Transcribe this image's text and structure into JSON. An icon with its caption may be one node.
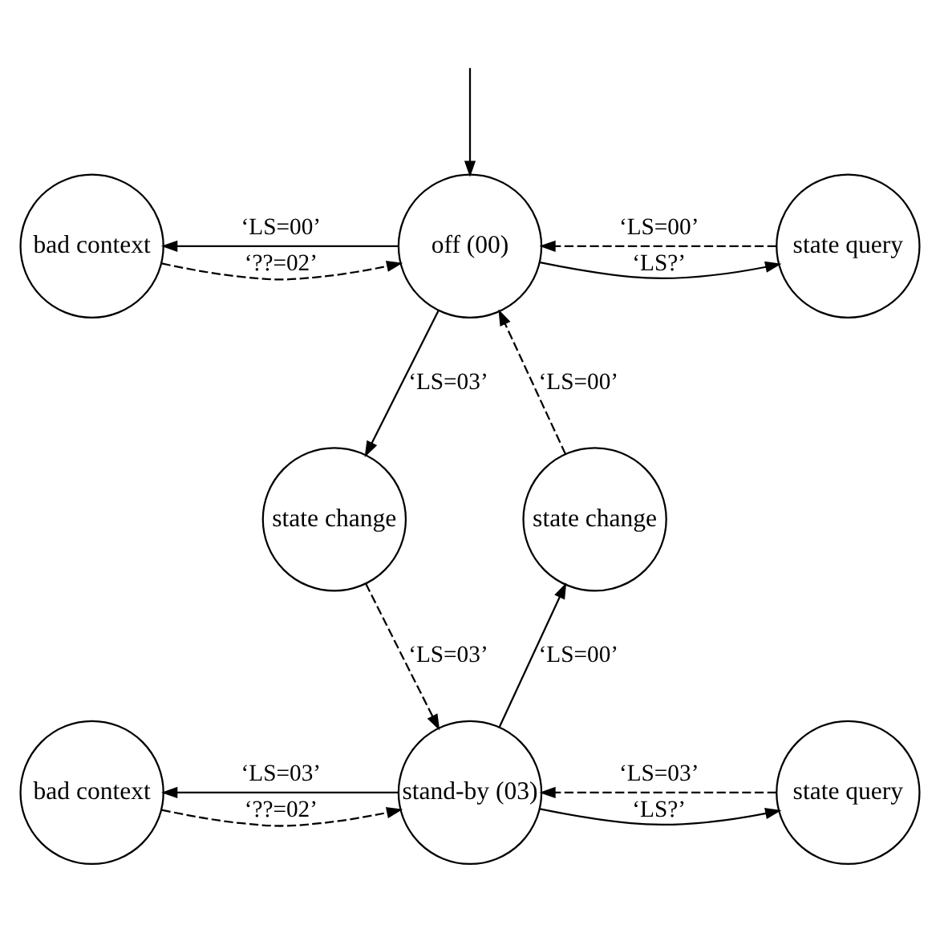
{
  "diagram": {
    "nodes": [
      {
        "text": [
          "bad context"
        ]
      },
      {
        "text": [
          "off (00)"
        ]
      },
      {
        "text": [
          "state query"
        ]
      },
      {
        "text": [
          "state change"
        ]
      },
      {
        "text": [
          "state change"
        ]
      },
      {
        "text": [
          "bad context"
        ]
      },
      {
        "text": [
          "stand-by (03)"
        ]
      },
      {
        "text": [
          "state query"
        ]
      }
    ],
    "edges": [
      {
        "from": null,
        "to": 1,
        "arrow": "to"
      },
      {
        "from": 1,
        "to": 0,
        "arrow": "to",
        "label": "‘LS=00’"
      },
      {
        "from": 0,
        "to": 1,
        "arrow": "to",
        "label": "‘??=02’",
        "style": "dashed"
      },
      {
        "from": 1,
        "to": 2,
        "arrow": "to",
        "label": "‘LS?’"
      },
      {
        "from": 2,
        "to": 1,
        "arrow": "to",
        "label": "‘LS=00’",
        "style": "dashed"
      },
      {
        "from": 1,
        "to": 3,
        "arrow": "to",
        "label": "‘LS=03’"
      },
      {
        "from": 4,
        "to": 1,
        "arrow": "to",
        "label": "‘LS=00’",
        "style": "dashed"
      },
      {
        "from": 3,
        "to": 6,
        "arrow": "to",
        "label": "‘LS=03’",
        "style": "dashed"
      },
      {
        "from": 6,
        "to": 4,
        "arrow": "to",
        "label": "‘LS=00’"
      },
      {
        "from": 6,
        "to": 5,
        "arrow": "to",
        "label": "‘LS=03’"
      },
      {
        "from": 5,
        "to": 6,
        "arrow": "to",
        "label": "‘??=02’",
        "style": "dashed"
      },
      {
        "from": 6,
        "to": 7,
        "arrow": "to",
        "label": "‘LS?’"
      },
      {
        "from": 7,
        "to": 6,
        "arrow": "to",
        "label": "‘LS=03’",
        "style": "dashed"
      }
    ]
  }
}
